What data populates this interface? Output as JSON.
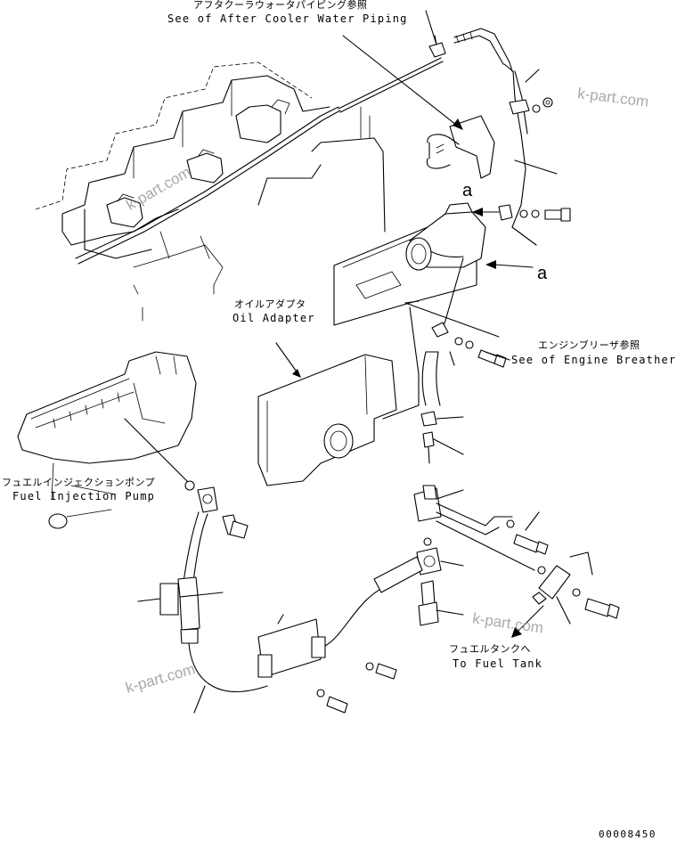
{
  "labels": {
    "after_cooler_jp": "アフタクーラウォータパイピング参照",
    "after_cooler_en": "See of After Cooler Water Piping",
    "oil_adapter_jp": "オイルアダプタ",
    "oil_adapter_en": "Oil Adapter",
    "engine_breather_jp": "エンジンブリーザ参照",
    "engine_breather_en": "See of Engine Breather",
    "fuel_pump_jp": "フュエルインジェクションポンプ",
    "fuel_pump_en": "Fuel Injection Pump",
    "fuel_tank_jp": "フュエルタンクへ",
    "fuel_tank_en": "To Fuel Tank",
    "ref_a_upper": "a",
    "ref_a_lower": "a"
  },
  "watermarks": {
    "wm_top_right": "k-part.com",
    "wm_left": "k-part.com",
    "wm_mid_right": "k-part.com",
    "wm_bottom_left": "k-part.com"
  },
  "drawing_number": "00008450"
}
